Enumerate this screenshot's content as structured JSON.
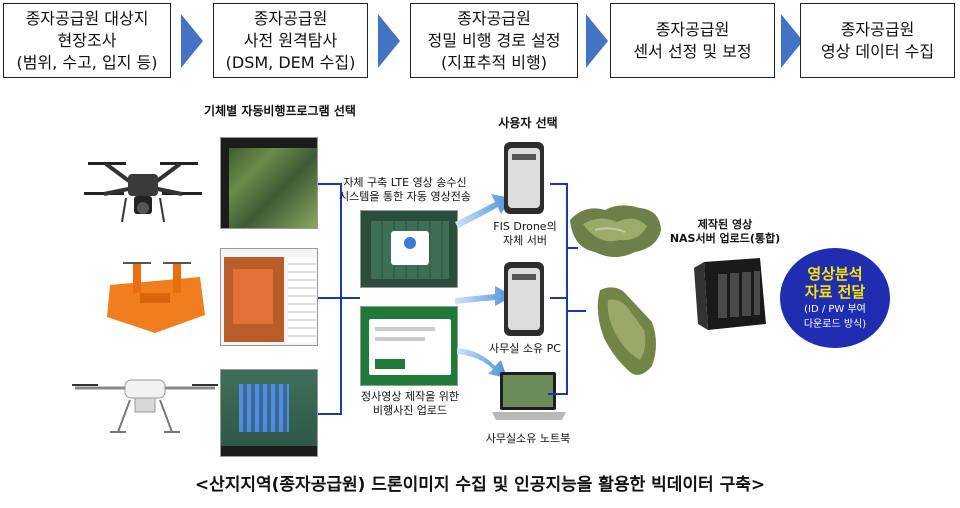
{
  "process_steps": [
    {
      "lines": [
        "종자공급원 대상지",
        "현장조사",
        "(범위, 수고, 입지 등)"
      ]
    },
    {
      "lines": [
        "종자공급원",
        "사전 원격탐사",
        "(DSM, DEM 수집)"
      ]
    },
    {
      "lines": [
        "종자공급원",
        "정밀 비행 경로 설정",
        "(지표추적 비행)"
      ]
    },
    {
      "lines": [
        "종자공급원",
        "센서 선정 및 보정"
      ]
    },
    {
      "lines": [
        "종자공급원",
        "영상 데이터 수집"
      ]
    }
  ],
  "diagram": {
    "flight_program_title": "기체별 자동비행프로그램 선택",
    "lte_caption": [
      "자체 구축 LTE 영상 송수신",
      "시스템을 통한 자동 영상전송"
    ],
    "upload_caption": [
      "정사영상 제작을 위한",
      "비행사진 업로드"
    ],
    "user_choice_title": "사용자 선택",
    "fis_server_label": [
      "FIS Drone의",
      "자체 서버"
    ],
    "office_pc_label": "사무실 소유 PC",
    "office_laptop_label": "사무실소유 노트북",
    "nas_label": [
      "제작된 영상",
      "NAS서버 업로드(통합)"
    ],
    "final": {
      "title_lines": [
        "영상분석",
        "자료 전달"
      ],
      "sub_lines": [
        "(ID / PW 부여",
        "다운로드 방식)"
      ]
    },
    "colors": {
      "accent_blue": "#1f2db0",
      "highlight_yellow": "#ffe400",
      "arrow_blue": "#4472c4",
      "line_blue": "#1a3aa8"
    }
  },
  "caption": "<산지지역(종자공급원) 드론이미지 수집 및 인공지능을 활용한 빅데이터 구축>"
}
